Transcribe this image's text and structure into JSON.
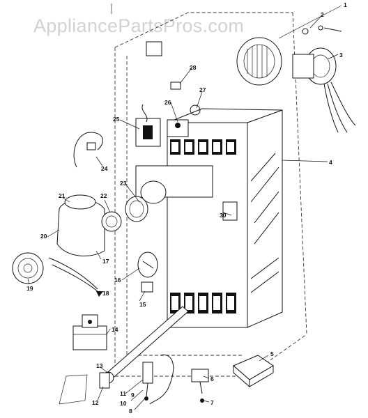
{
  "watermark": "AppliancePartsPros.com",
  "callouts": [
    {
      "id": "1",
      "label": "1"
    },
    {
      "id": "2",
      "label": "2"
    },
    {
      "id": "3",
      "label": "3"
    },
    {
      "id": "4",
      "label": "4"
    },
    {
      "id": "5",
      "label": "5"
    },
    {
      "id": "6",
      "label": "6"
    },
    {
      "id": "7",
      "label": "7"
    },
    {
      "id": "8",
      "label": "8"
    },
    {
      "id": "9",
      "label": "9"
    },
    {
      "id": "10",
      "label": "10"
    },
    {
      "id": "11",
      "label": "11"
    },
    {
      "id": "12",
      "label": "12"
    },
    {
      "id": "13",
      "label": "13"
    },
    {
      "id": "14",
      "label": "14"
    },
    {
      "id": "15",
      "label": "15"
    },
    {
      "id": "16",
      "label": "16"
    },
    {
      "id": "17",
      "label": "17"
    },
    {
      "id": "18",
      "label": "18"
    },
    {
      "id": "19",
      "label": "19"
    },
    {
      "id": "20",
      "label": "20"
    },
    {
      "id": "21",
      "label": "21"
    },
    {
      "id": "22",
      "label": "22"
    },
    {
      "id": "23",
      "label": "23"
    },
    {
      "id": "24",
      "label": "24"
    },
    {
      "id": "25",
      "label": "25"
    },
    {
      "id": "26",
      "label": "26"
    },
    {
      "id": "27",
      "label": "27"
    },
    {
      "id": "28",
      "label": "28"
    },
    {
      "id": "30",
      "label": "30"
    }
  ]
}
